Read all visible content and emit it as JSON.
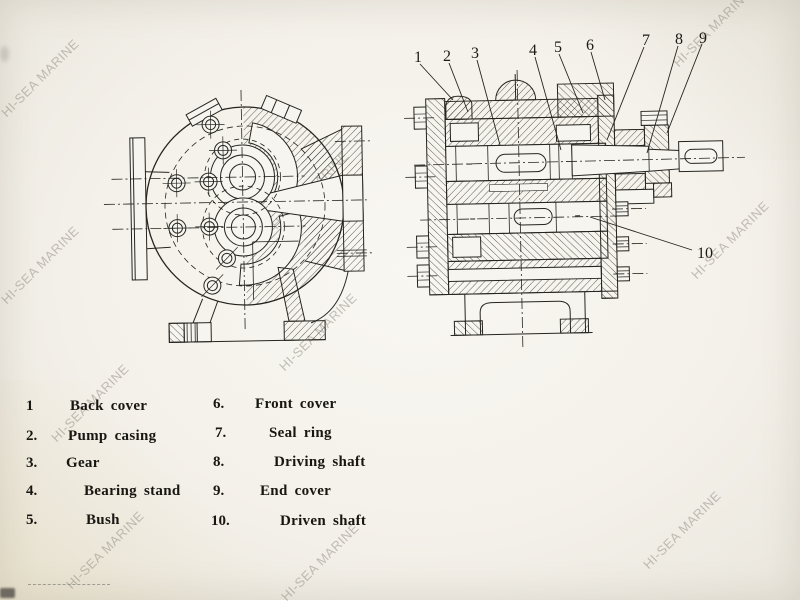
{
  "watermark": {
    "text": "HI-SEA MARINE"
  },
  "callouts": {
    "numbers": [
      "1",
      "2",
      "3",
      "4",
      "5",
      "6",
      "7",
      "8",
      "9",
      "10"
    ]
  },
  "legend": {
    "rows": [
      {
        "num": "1",
        "label": "Back cover"
      },
      {
        "num": "2.",
        "label": "Pump casing"
      },
      {
        "num": "3.",
        "label": "Gear"
      },
      {
        "num": "4.",
        "label": "Bearing stand"
      },
      {
        "num": "5.",
        "label": "Bush"
      },
      {
        "num": "6.",
        "label": "Front cover"
      },
      {
        "num": "7.",
        "label": "Seal ring"
      },
      {
        "num": "8.",
        "label": "Driving shaft"
      },
      {
        "num": "9.",
        "label": "End cover"
      },
      {
        "num": "10.",
        "label": "Driven shaft"
      }
    ]
  }
}
